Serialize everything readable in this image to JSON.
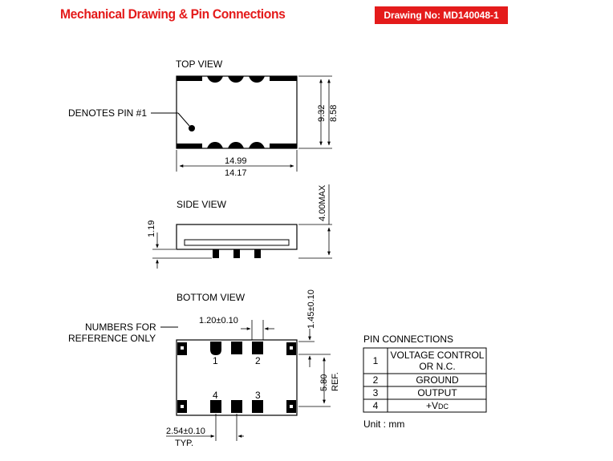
{
  "header": {
    "title": "Mechanical Drawing & Pin Connections",
    "drawing_no": "Drawing No: MD140048-1",
    "accent_color": "#e41b1b"
  },
  "top_view": {
    "label": "TOP VIEW",
    "pin1_note": "DENOTES PIN #1",
    "dim_height_outer": "9.32",
    "dim_height_inner": "8.58",
    "dim_width_outer": "14.99",
    "dim_width_inner": "14.17"
  },
  "side_view": {
    "label": "SIDE VIEW",
    "dim_max_height": "4.00MAX",
    "dim_lead": "1.19"
  },
  "bottom_view": {
    "label": "BOTTOM VIEW",
    "note_line1": "NUMBERS FOR",
    "note_line2": "REFERENCE ONLY",
    "dim_pad_width": "1.20±0.10",
    "dim_pad_height": "1.45±0.10",
    "dim_row_line1": "5.80",
    "dim_row_line2": "REF.",
    "dim_pitch": "2.54±0.10",
    "dim_pitch_note": "TYP.",
    "pin_labels": [
      "1",
      "2",
      "4",
      "3"
    ]
  },
  "pin_table": {
    "title": "PIN CONNECTIONS",
    "rows": [
      {
        "pin": "1",
        "function_line1": "VOLTAGE CONTROL",
        "function_line2": "OR N.C."
      },
      {
        "pin": "2",
        "function_line1": "GROUND"
      },
      {
        "pin": "3",
        "function_line1": "OUTPUT"
      },
      {
        "pin": "4",
        "function_line1": "+V",
        "function_sub": "DC"
      }
    ],
    "unit": "Unit : mm"
  }
}
